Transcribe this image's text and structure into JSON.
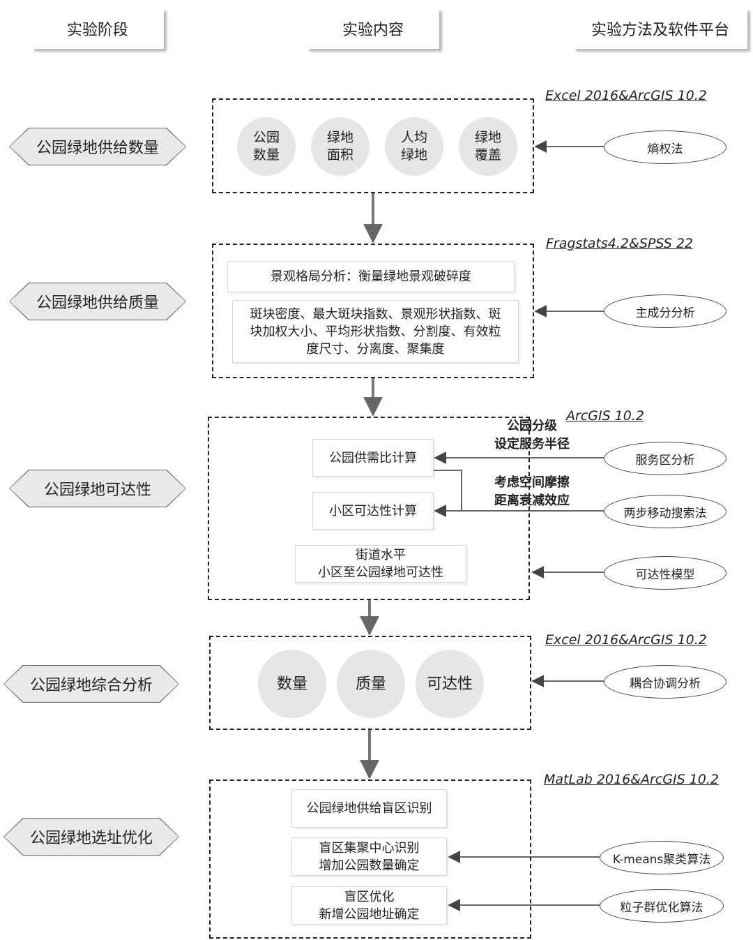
{
  "headers": [
    "实验阶段",
    "实验内容",
    "实验方法及软件平台"
  ],
  "stages": [
    "公园绿地供给数量",
    "公园绿地供给质量",
    "公园绿地可达性",
    "公园绿地综合分析",
    "公园绿地选址优化"
  ],
  "software": [
    "Excel 2016&ArcGIS 10.2",
    "Fragstats4.2&SPSS 22",
    "ArcGIS 10.2",
    "Excel 2016&ArcGIS 10.2",
    "MatLab 2016&ArcGIS 10.2"
  ],
  "quantity_indicators": [
    "公园\n数量",
    "绿地\n面积",
    "人均\n绿地",
    "绿地\n覆盖"
  ],
  "quality": {
    "title": "景观格局分析：衡量绿地景观破碎度",
    "indices": "斑块密度、最大斑块指数、景观形状指数、斑\n块加权大小、平均形状指数、分割度、有效粒\n度尺寸、分离度、聚集度"
  },
  "access": {
    "supply_demand": "公园供需比计算",
    "community": "小区可达性计算",
    "street": "街道水平\n小区至公园绿地可达性",
    "note1": "公园分级\n设定服务半径",
    "note2": "考虑空间摩擦\n距离衰减效应"
  },
  "synthesis_circles": [
    "数量",
    "质量",
    "可达性"
  ],
  "optimization": {
    "blind": "公园绿地供给盲区识别",
    "center": "盲区集聚中心识别\n增加公园数量确定",
    "optimize": "盲区优化\n新增公园地址确定"
  },
  "methods": {
    "entropy": "熵权法",
    "pca": "主成分分析",
    "service_area": "服务区分析",
    "two_step": "两步移动搜索法",
    "accessibility_model": "可达性模型",
    "coupling": "耦合协调分析",
    "kmeans": "K-means聚类算法",
    "pso": "粒子群优化算法"
  }
}
